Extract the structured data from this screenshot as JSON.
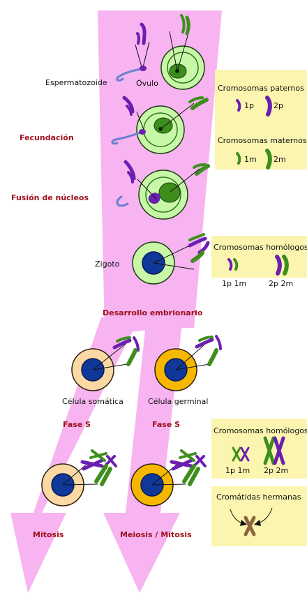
{
  "colors": {
    "arrow": "#f7b4f1",
    "paternal": "#6b1fb0",
    "maternal": "#3e8e1c",
    "egg_outer": "#c8f7a8",
    "egg_ring": "#2f7a1c",
    "nucleus": "#10389a",
    "somatic": "#fbd9a4",
    "germinal": "#f6b700",
    "box": "#fbf5b0",
    "stage": "#a0101e",
    "chromatid": "#8a6540"
  },
  "labels": {
    "espermatozoide": "Espermatozoide",
    "ovulo": "Óvulo",
    "fecundacion": "Fecundación",
    "fusion": "Fusión de núcleos",
    "zigoto": "Zigoto",
    "desarrollo": "Desarrollo embrionario",
    "celula_somatica": "Célula somática",
    "celula_germinal": "Célula germinal",
    "fase_s_left": "Fase S",
    "fase_s_right": "Fase S",
    "mitosis": "Mitosis",
    "meiosis": "Meiosis / Mitosis"
  },
  "legend1": {
    "title_paternos": "Cromosomas paternos",
    "p1": "1p",
    "p2": "2p",
    "title_maternos": "Cromosomas maternos",
    "m1": "1m",
    "m2": "2m"
  },
  "legend2": {
    "title": "Cromosomas homólogos",
    "a": "1p 1m",
    "b": "2p 2m"
  },
  "legend3": {
    "title": "Cromosomas homólogos",
    "a": "1p 1m",
    "b": "2p 2m"
  },
  "legend4": {
    "title": "Cromátidas hermanas"
  }
}
